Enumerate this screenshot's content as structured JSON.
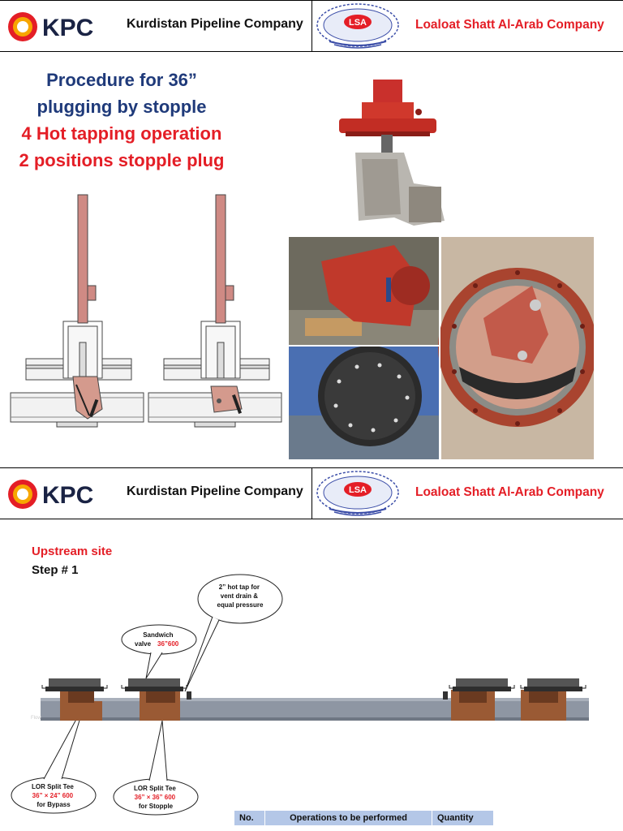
{
  "header": {
    "kpc_abbr": "KPC",
    "kpc_name": "Kurdistan Pipeline Company",
    "lsa_abbr": "LSA",
    "lsa_name": "Loaloat Shatt Al-Arab Company"
  },
  "slide1": {
    "title_line1": "Procedure for 36”",
    "title_line2": "plugging by stopple",
    "title_line3": "4 Hot tapping operation",
    "title_line4": "2 positions stopple plug"
  },
  "slide2": {
    "site_label": "Upstream site",
    "step_label": "Step # 1",
    "callout_hottap": [
      "2” hot tap for",
      "vent drain &",
      "equal pressure"
    ],
    "callout_sandwich": [
      "Sandwich",
      "valve",
      "36”600"
    ],
    "callout_bypass": [
      "LOR Split Tee",
      "36” × 24” 600",
      "for Bypass"
    ],
    "callout_stopple": [
      "LOR Split Tee",
      "36” × 36” 600",
      "for Stopple"
    ],
    "flow_label": "Flow"
  },
  "table": {
    "headers": [
      "No.",
      "Operations to be performed",
      "Quantity"
    ]
  },
  "colors": {
    "navy": "#1f3a7a",
    "red": "#e41e26",
    "pipe": "#8e96a3",
    "tee": "#9a5a34",
    "stopple_red": "#c9302c"
  }
}
